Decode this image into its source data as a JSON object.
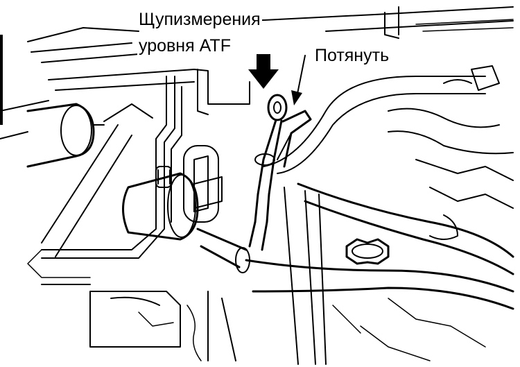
{
  "labels": {
    "dipstick_line1": "Щупизмерения",
    "dipstick_line2": "уровня ATF",
    "pull": "Потянуть"
  },
  "colors": {
    "ink": "#000000",
    "paper": "#ffffff"
  },
  "icons": [
    "down-arrow-icon",
    "down-arrow-icon"
  ]
}
